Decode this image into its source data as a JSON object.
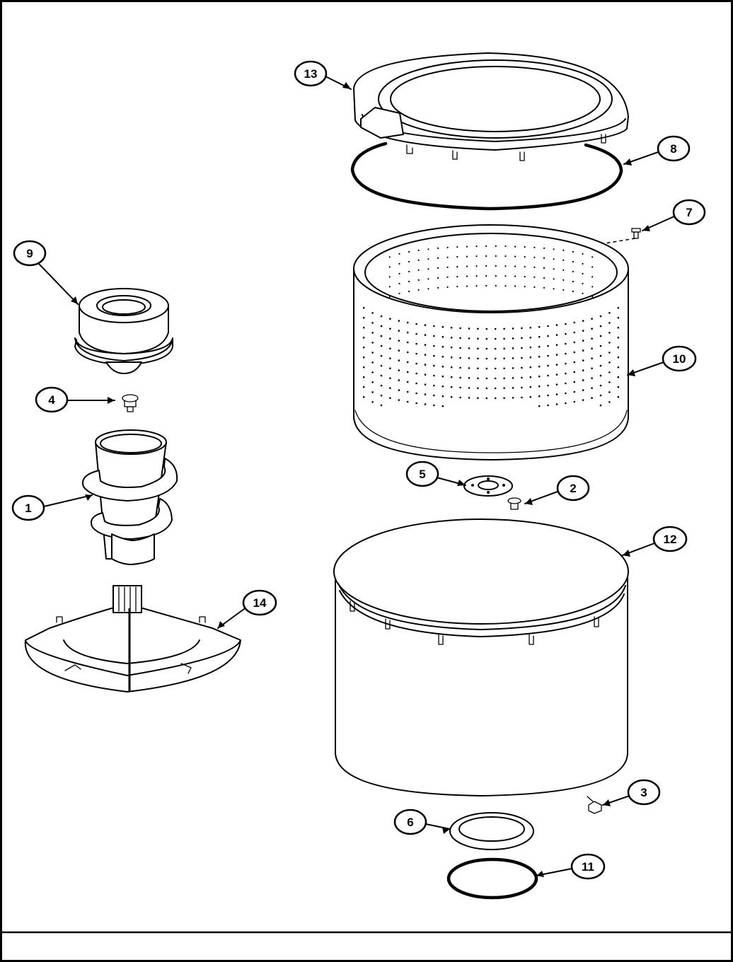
{
  "diagram": {
    "callouts": [
      {
        "id": "c13",
        "label": "13",
        "part": "tub-ring"
      },
      {
        "id": "c8",
        "label": "8",
        "part": "tub-ring-seal"
      },
      {
        "id": "c7",
        "label": "7",
        "part": "basket-screw"
      },
      {
        "id": "c9",
        "label": "9",
        "part": "agitator-cap"
      },
      {
        "id": "c10",
        "label": "10",
        "part": "spin-basket"
      },
      {
        "id": "c4",
        "label": "4",
        "part": "agitator-bolt"
      },
      {
        "id": "c5",
        "label": "5",
        "part": "basket-hub-washer"
      },
      {
        "id": "c2",
        "label": "2",
        "part": "hub-screw"
      },
      {
        "id": "c1",
        "label": "1",
        "part": "auger-agitator"
      },
      {
        "id": "c12",
        "label": "12",
        "part": "outer-tub"
      },
      {
        "id": "c14",
        "label": "14",
        "part": "agitator-base"
      },
      {
        "id": "c3",
        "label": "3",
        "part": "tub-bolt"
      },
      {
        "id": "c6",
        "label": "6",
        "part": "tub-gasket"
      },
      {
        "id": "c11",
        "label": "11",
        "part": "o-ring"
      }
    ],
    "footer_text": ""
  }
}
